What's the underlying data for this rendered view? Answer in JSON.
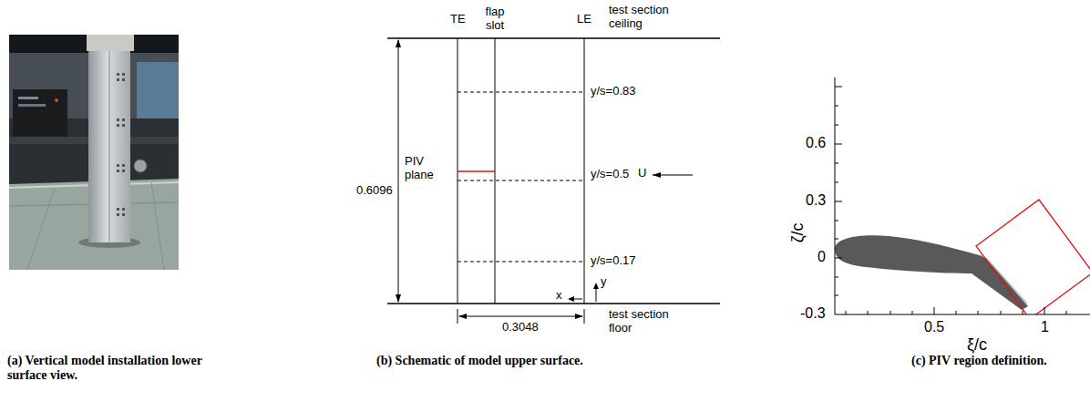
{
  "diagram": {
    "labels": [
      "TE",
      "flap slot",
      "LE",
      "test section ceiling",
      "y/s=0.83",
      "PIV plane",
      "0.6096",
      "y/s=0.5",
      "U",
      "y/s=0.17",
      "y",
      "x",
      "test section floor",
      "0.3048",
      "0.6",
      "0.3",
      "0",
      "-0.3",
      "ζ/c",
      "0.5",
      "ξ/c",
      "1",
      "(a) Vertical model installation lower surface view.",
      "(b) Schematic of model upper surface.",
      "(c) PIV region definition."
    ]
  }
}
